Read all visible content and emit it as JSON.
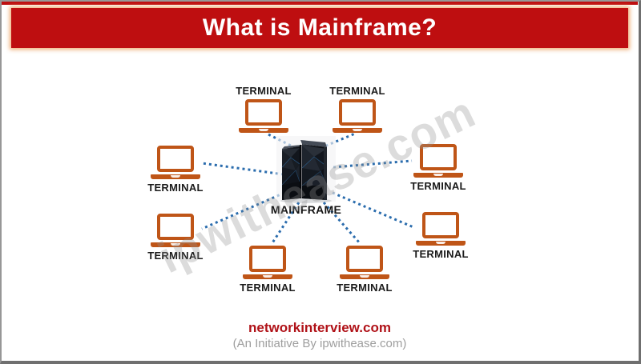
{
  "title": {
    "text": "What is Mainframe?"
  },
  "diagram": {
    "mainframe_label": "MAINFRAME",
    "terminals": [
      {
        "id": "top-left",
        "label": "TERMINAL"
      },
      {
        "id": "top-right",
        "label": "TERMINAL"
      },
      {
        "id": "mid-left",
        "label": "TERMINAL"
      },
      {
        "id": "mid-right",
        "label": "TERMINAL"
      },
      {
        "id": "lower-left",
        "label": "TERMINAL"
      },
      {
        "id": "lower-right",
        "label": "TERMINAL"
      },
      {
        "id": "bottom-left",
        "label": "TERMINAL"
      },
      {
        "id": "bottom-right",
        "label": "TERMINAL"
      }
    ]
  },
  "watermark": {
    "text": "ipwithease.com"
  },
  "footer": {
    "site": "networkinterview.com",
    "tagline": "(An Initiative By ipwithease.com)"
  },
  "colors": {
    "banner_red": "#BE0E10",
    "laptop_orange": "#BF5517",
    "line_blue": "#2A6CAD",
    "footer_red": "#B01218",
    "label_dark": "#1B1B1B",
    "watermark_gray": "#919191"
  }
}
